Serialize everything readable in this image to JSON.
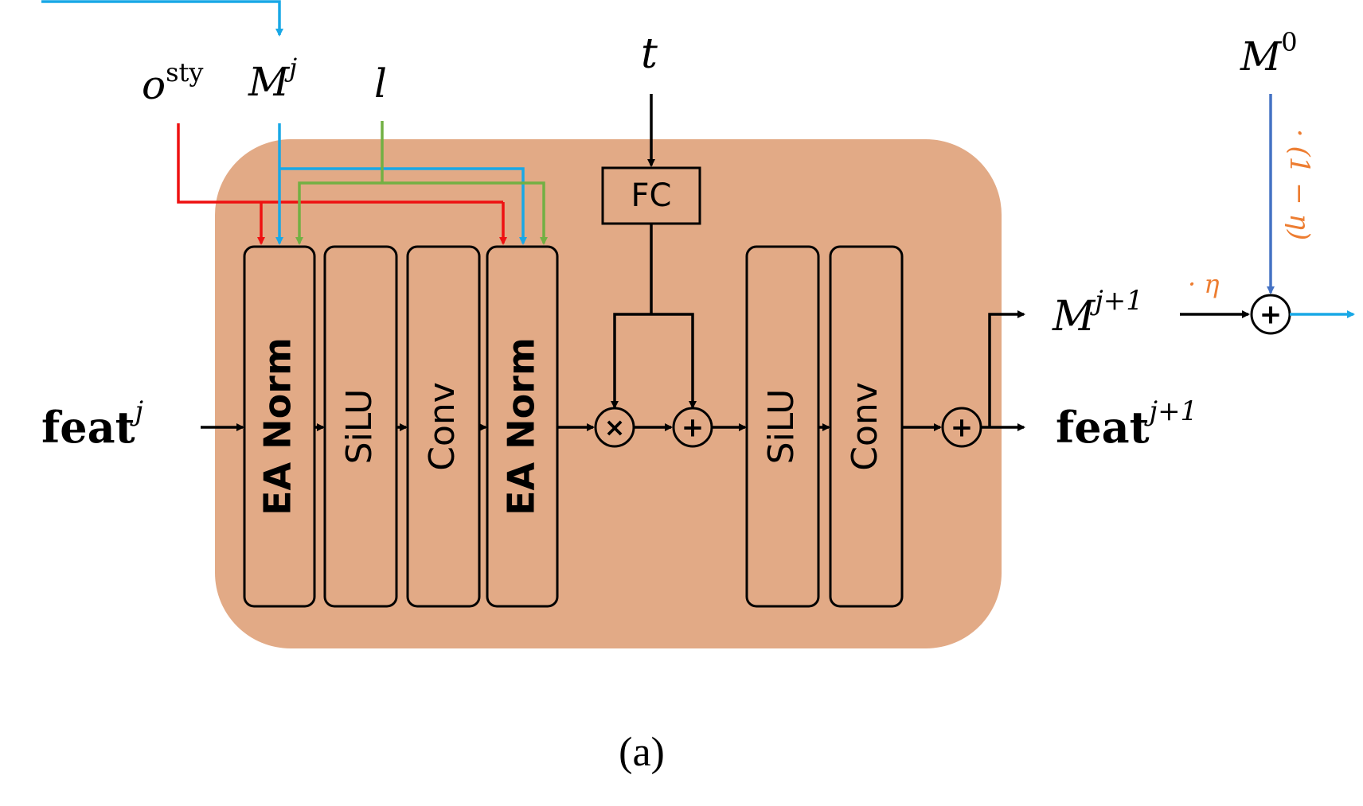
{
  "inputs": {
    "o_base": "o",
    "o_sup": "sty",
    "m_base": "M",
    "m_sup": "j",
    "l": "l",
    "t": "t",
    "feat_base": "feat",
    "feat_sup": "j",
    "m0_base": "M",
    "m0_sup": "0"
  },
  "blocks": {
    "ea_norm_1": "EA Norm",
    "silu_1": "SiLU",
    "conv_1": "Conv",
    "ea_norm_2": "EA Norm",
    "fc": "FC",
    "silu_2": "SiLU",
    "conv_2": "Conv"
  },
  "operators": {
    "multiply": "×",
    "plus": "+"
  },
  "outputs": {
    "m_next_base": "M",
    "m_next_sup": "j+1",
    "feat_next_base": "feat",
    "feat_next_sup": "j+1"
  },
  "weights": {
    "eta": "· η",
    "one_minus_eta": "· (1 − η)"
  },
  "caption": "(a)",
  "colors": {
    "module_bg": "#e2aa86",
    "red": "#ee1111",
    "cyan": "#19a8e6",
    "green": "#72b043",
    "blue": "#4472c4",
    "orange": "#ed7d31",
    "black": "#000000"
  }
}
